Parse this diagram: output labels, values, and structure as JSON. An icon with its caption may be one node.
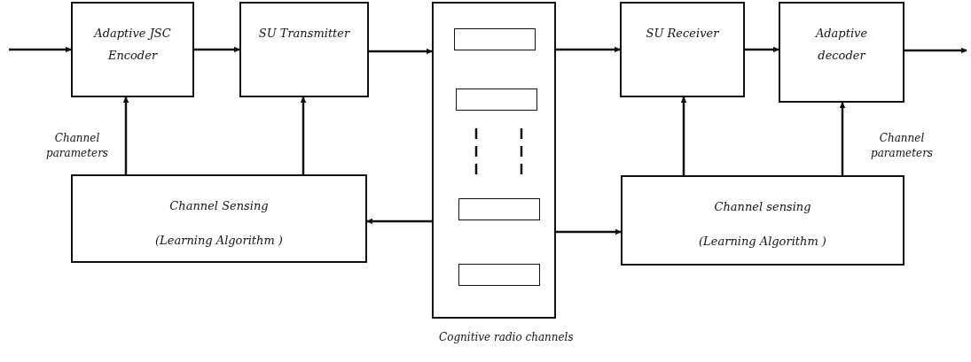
{
  "diagram": {
    "nodes": [
      {
        "text": [
          "Adaptive JSC Encoder"
        ]
      },
      {
        "text": [
          "SU Transmitter"
        ]
      },
      {
        "text": [],
        "shape": "box",
        "beside": [
          "Cognitive radio channels"
        ]
      },
      {
        "text": [],
        "shape": "box",
        "in": 2
      },
      {
        "text": [],
        "shape": "box",
        "in": 2
      },
      {
        "text": [],
        "shape": "box",
        "in": 2
      },
      {
        "text": [],
        "shape": "box",
        "in": 2
      },
      {
        "text": [
          "SU Receiver"
        ]
      },
      {
        "text": [
          "Adaptive decoder"
        ]
      },
      {
        "text": [
          "Channel Sensing",
          "(Learning Algorithm )"
        ]
      },
      {
        "text": [
          "Channel sensing",
          "(Learning Algorithm )"
        ]
      }
    ],
    "edges": [
      {
        "from": null,
        "to": 0,
        "arrow": "to"
      },
      {
        "from": 0,
        "to": 1,
        "arrow": "to"
      },
      {
        "from": 1,
        "to": 2,
        "arrow": "to"
      },
      {
        "from": 2,
        "to": 7,
        "arrow": "to"
      },
      {
        "from": 7,
        "to": 8,
        "arrow": "to"
      },
      {
        "from": 8,
        "to": null,
        "arrow": "to"
      },
      {
        "from": 9,
        "to": 0,
        "arrow": "to",
        "label": "Channel parameters"
      },
      {
        "from": 9,
        "to": 1,
        "arrow": "to"
      },
      {
        "from": 2,
        "to": 9,
        "arrow": "to"
      },
      {
        "from": 2,
        "to": 10,
        "arrow": "to"
      },
      {
        "from": 10,
        "to": 7,
        "arrow": "to"
      },
      {
        "from": 10,
        "to": 8,
        "arrow": "to",
        "label": "Channel parameters"
      }
    ]
  }
}
